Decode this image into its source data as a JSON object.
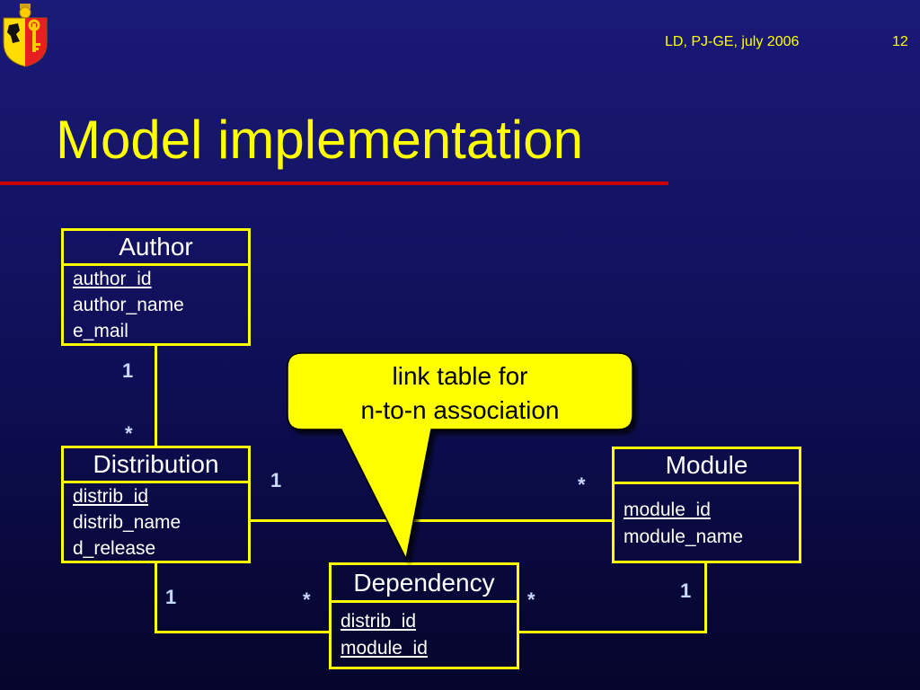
{
  "header": {
    "meta": "LD, PJ-GE, july 2006",
    "page_number": "12"
  },
  "title": "Model implementation",
  "entities": {
    "author": {
      "name": "Author",
      "fields": [
        "author_id",
        "author_name",
        "e_mail"
      ]
    },
    "distribution": {
      "name": "Distribution",
      "fields": [
        "distrib_id",
        "distrib_name",
        "d_release"
      ]
    },
    "module": {
      "name": "Module",
      "fields": [
        "module_id",
        "module_name"
      ]
    },
    "dependency": {
      "name": "Dependency",
      "fields": [
        "distrib_id",
        "module_id"
      ]
    }
  },
  "multiplicities": {
    "author_dist_author_side": "1",
    "author_dist_dist_side": "*",
    "dist_module_dist_side": "1",
    "dist_module_module_side": "*",
    "dist_dep_dist_side": "1",
    "dist_dep_dep_side": "*",
    "dep_module_dep_side": "*",
    "dep_module_module_side": "1"
  },
  "callout": {
    "line1": "link table for",
    "line2": "n-to-n association"
  },
  "colors": {
    "accent": "#ffff00",
    "rule": "#cc0000",
    "background": "#0e0e55"
  }
}
